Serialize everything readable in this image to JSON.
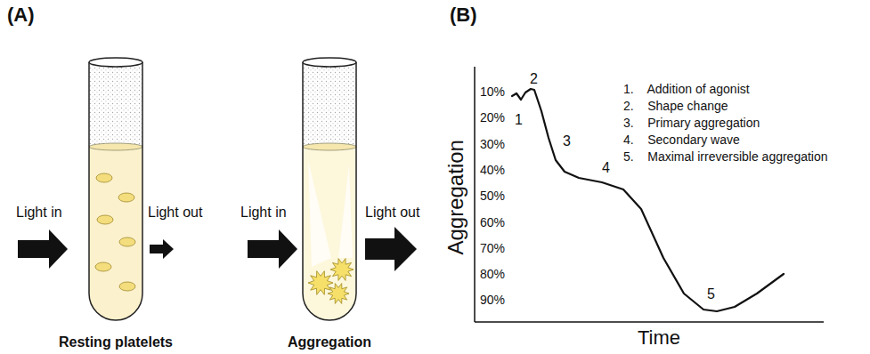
{
  "diagram": {
    "labels": [
      "(A)",
      "(B)",
      "Light in",
      "Light out",
      "Light in",
      "Light out",
      "Resting platelets",
      "Aggregation",
      "Aggregation",
      "10%",
      "20%",
      "30%",
      "40%",
      "50%",
      "60%",
      "70%",
      "80%",
      "90%",
      "Time",
      "1",
      "2",
      "3",
      "4",
      "5",
      "1.    Addition of agonist",
      "2.    Shape change",
      "3.    Primary aggregation",
      "4.    Secondary wave",
      "5.    Maximal irreversible aggregation"
    ]
  }
}
